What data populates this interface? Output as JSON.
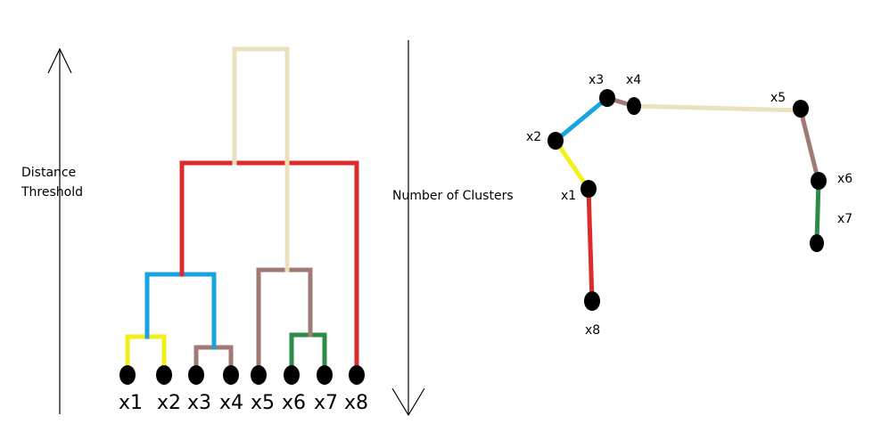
{
  "axes": {
    "left_label_line1": "Distance",
    "left_label_line2": "Threshold",
    "right_label": "Number of Clusters"
  },
  "colors": {
    "yellow": "#f2ef1b",
    "blue": "#1aa3e0",
    "brown": "#a27a74",
    "green": "#2e8b47",
    "red": "#dd2a2a",
    "beige": "#ebe2bd",
    "node": "#000000"
  },
  "dendrogram": {
    "leaves": [
      "x1",
      "x2",
      "x3",
      "x4",
      "x5",
      "x6",
      "x7",
      "x8"
    ]
  },
  "scatter": {
    "points": [
      "x1",
      "x2",
      "x3",
      "x4",
      "x5",
      "x6",
      "x7",
      "x8"
    ]
  }
}
